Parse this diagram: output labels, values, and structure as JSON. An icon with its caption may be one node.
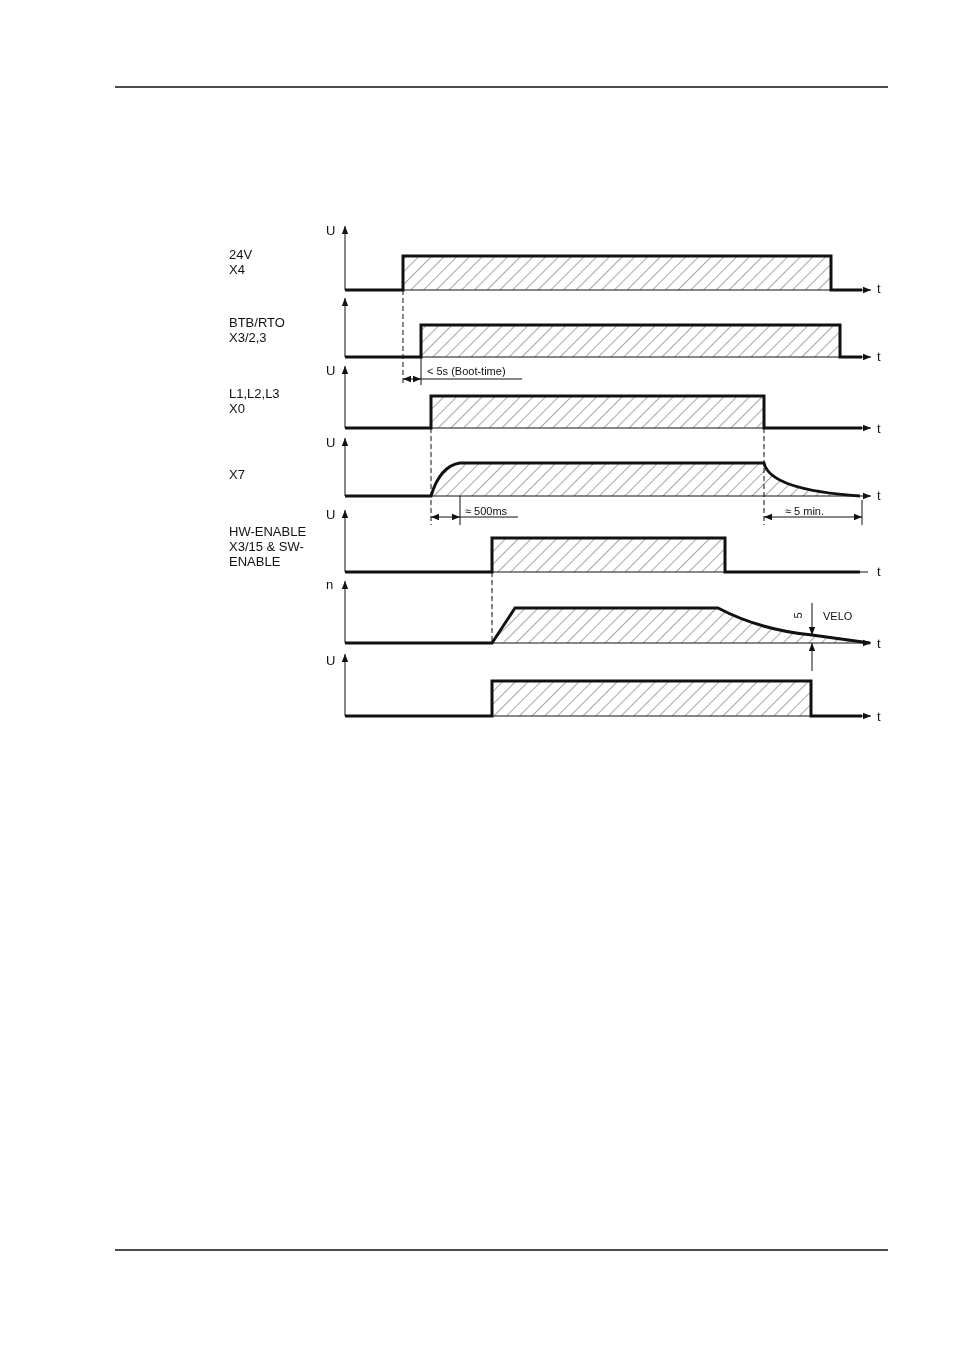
{
  "diagram": {
    "labels": [
      "U",
      "24V X4",
      "t",
      "BTB/RTO X3/2,3",
      "t",
      "U",
      "< 5s (Boot-time)",
      "L1,L2,L3 X0",
      "t",
      "U",
      "X7",
      "t",
      "U",
      "≈ 500ms",
      "≈ 5 min.",
      "HW-ENABLE X3/15 & SW-ENABLE",
      "t",
      "n",
      "5",
      "VELO",
      "t",
      "U",
      "t"
    ]
  }
}
